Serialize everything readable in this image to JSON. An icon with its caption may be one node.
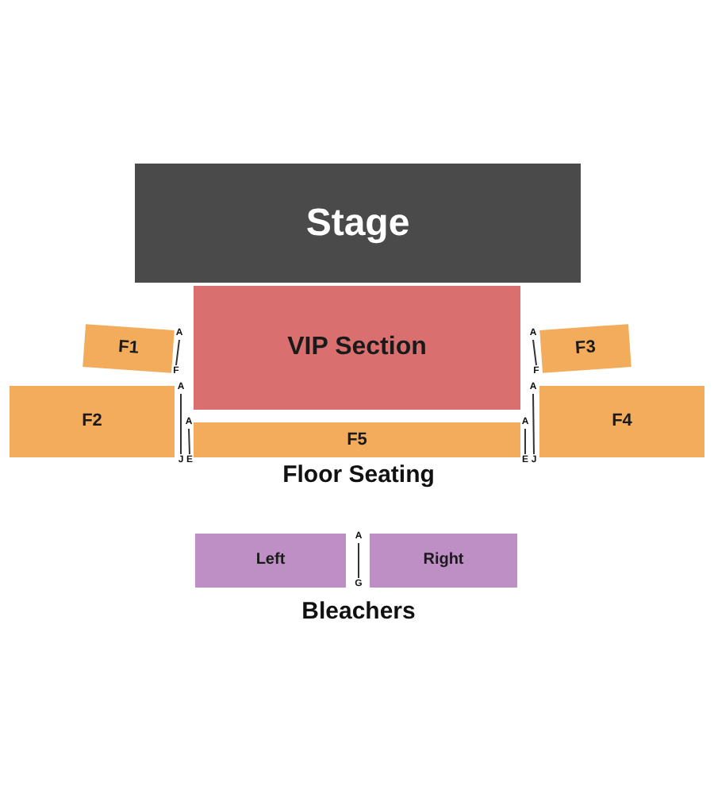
{
  "diagram": {
    "nodes": [
      {
        "text": [
          "Stage"
        ]
      },
      {
        "text": [
          "F1"
        ]
      },
      {
        "text": [
          "VIP Section"
        ]
      },
      {
        "text": [
          "F3"
        ]
      },
      {
        "text": [
          "F2"
        ]
      },
      {
        "text": [
          "F5"
        ]
      },
      {
        "text": [
          "F4"
        ]
      },
      {
        "text": [
          "Left"
        ]
      },
      {
        "text": [
          "Right"
        ]
      }
    ],
    "edges": [],
    "labels": [
      "A",
      "A",
      "F",
      "F",
      "A",
      "A",
      "A",
      "A",
      "J",
      "E",
      "E",
      "J",
      "Floor Seating",
      "A",
      "G",
      "Bleachers"
    ]
  }
}
